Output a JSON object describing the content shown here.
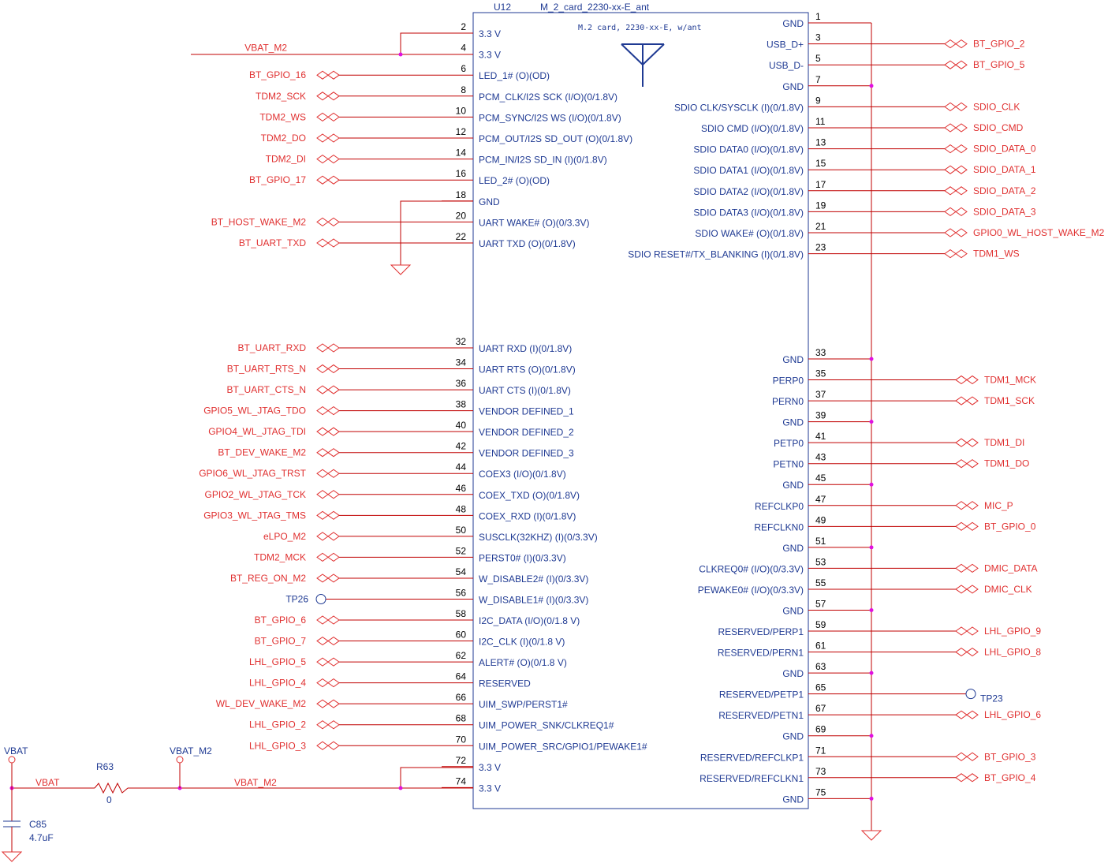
{
  "component": {
    "ref": "U12",
    "value": "M_2_card_2230-xx-E_ant",
    "description": "M.2 card, 2230-xx-E, w/ant"
  },
  "left_pins": [
    {
      "num": "2",
      "name": "3.3 V",
      "net": ""
    },
    {
      "num": "4",
      "name": "3.3 V",
      "net": "VBAT_M2"
    },
    {
      "num": "6",
      "name": "LED_1# (O)(OD)",
      "net": "BT_GPIO_16"
    },
    {
      "num": "8",
      "name": "PCM_CLK/I2S SCK (I/O)(0/1.8V)",
      "net": "TDM2_SCK"
    },
    {
      "num": "10",
      "name": "PCM_SYNC/I2S WS (I/O)(0/1.8V)",
      "net": "TDM2_WS"
    },
    {
      "num": "12",
      "name": "PCM_OUT/I2S SD_OUT (O)(0/1.8V)",
      "net": "TDM2_DO"
    },
    {
      "num": "14",
      "name": "PCM_IN/I2S SD_IN (I)(0/1.8V)",
      "net": "TDM2_DI"
    },
    {
      "num": "16",
      "name": "LED_2# (O)(OD)",
      "net": "BT_GPIO_17"
    },
    {
      "num": "18",
      "name": "GND",
      "net": ""
    },
    {
      "num": "20",
      "name": "UART WAKE# (O)(0/3.3V)",
      "net": "BT_HOST_WAKE_M2"
    },
    {
      "num": "22",
      "name": "UART TXD (O)(0/1.8V)",
      "net": "BT_UART_TXD"
    },
    {
      "num": "32",
      "name": "UART RXD (I)(0/1.8V)",
      "net": "BT_UART_RXD"
    },
    {
      "num": "34",
      "name": "UART RTS (O)(0/1.8V)",
      "net": "BT_UART_RTS_N"
    },
    {
      "num": "36",
      "name": "UART CTS (I)(0/1.8V)",
      "net": "BT_UART_CTS_N"
    },
    {
      "num": "38",
      "name": "VENDOR DEFINED_1",
      "net": "GPIO5_WL_JTAG_TDO"
    },
    {
      "num": "40",
      "name": "VENDOR DEFINED_2",
      "net": "GPIO4_WL_JTAG_TDI"
    },
    {
      "num": "42",
      "name": "VENDOR DEFINED_3",
      "net": "BT_DEV_WAKE_M2"
    },
    {
      "num": "44",
      "name": "COEX3 (I/O)(0/1.8V)",
      "net": "GPIO6_WL_JTAG_TRST"
    },
    {
      "num": "46",
      "name": "COEX_TXD (O)(0/1.8V)",
      "net": "GPIO2_WL_JTAG_TCK"
    },
    {
      "num": "48",
      "name": "COEX_RXD (I)(0/1.8V)",
      "net": "GPIO3_WL_JTAG_TMS"
    },
    {
      "num": "50",
      "name": "SUSCLK(32KHZ) (I)(0/3.3V)",
      "net": "eLPO_M2"
    },
    {
      "num": "52",
      "name": "PERST0# (I)(0/3.3V)",
      "net": "TDM2_MCK"
    },
    {
      "num": "54",
      "name": "W_DISABLE2# (I)(0/3.3V)",
      "net": "BT_REG_ON_M2"
    },
    {
      "num": "56",
      "name": "W_DISABLE1# (I)(0/3.3V)",
      "net": "TP26"
    },
    {
      "num": "58",
      "name": "I2C_DATA (I/O)(0/1.8 V)",
      "net": "BT_GPIO_6"
    },
    {
      "num": "60",
      "name": "I2C_CLK (I)(0/1.8 V)",
      "net": "BT_GPIO_7"
    },
    {
      "num": "62",
      "name": "ALERT# (O)(0/1.8 V)",
      "net": "LHL_GPIO_5"
    },
    {
      "num": "64",
      "name": "RESERVED",
      "net": "LHL_GPIO_4"
    },
    {
      "num": "66",
      "name": "UIM_SWP/PERST1#",
      "net": "WL_DEV_WAKE_M2"
    },
    {
      "num": "68",
      "name": "UIM_POWER_SNK/CLKREQ1#",
      "net": "LHL_GPIO_2"
    },
    {
      "num": "70",
      "name": "UIM_POWER_SRC/GPIO1/PEWAKE1#",
      "net": "LHL_GPIO_3"
    },
    {
      "num": "72",
      "name": "3.3 V",
      "net": ""
    },
    {
      "num": "74",
      "name": "3.3 V",
      "net": ""
    }
  ],
  "right_pins": [
    {
      "num": "1",
      "name": "GND",
      "net": ""
    },
    {
      "num": "3",
      "name": "USB_D+",
      "net": "BT_GPIO_2"
    },
    {
      "num": "5",
      "name": "USB_D-",
      "net": "BT_GPIO_5"
    },
    {
      "num": "7",
      "name": "GND",
      "net": ""
    },
    {
      "num": "9",
      "name": "SDIO CLK/SYSCLK (I)(0/1.8V)",
      "net": "SDIO_CLK"
    },
    {
      "num": "11",
      "name": "SDIO CMD (I/O)(0/1.8V)",
      "net": "SDIO_CMD"
    },
    {
      "num": "13",
      "name": "SDIO DATA0 (I/O)(0/1.8V)",
      "net": "SDIO_DATA_0"
    },
    {
      "num": "15",
      "name": "SDIO DATA1 (I/O)(0/1.8V)",
      "net": "SDIO_DATA_1"
    },
    {
      "num": "17",
      "name": "SDIO DATA2 (I/O)(0/1.8V)",
      "net": "SDIO_DATA_2"
    },
    {
      "num": "19",
      "name": "SDIO DATA3 (I/O)(0/1.8V)",
      "net": "SDIO_DATA_3"
    },
    {
      "num": "21",
      "name": "SDIO WAKE# (O)(0/1.8V)",
      "net": "GPIO0_WL_HOST_WAKE_M2"
    },
    {
      "num": "23",
      "name": "SDIO RESET#/TX_BLANKING (I)(0/1.8V)",
      "net": "TDM1_WS"
    },
    {
      "num": "33",
      "name": "GND",
      "net": ""
    },
    {
      "num": "35",
      "name": "PERP0",
      "net": "TDM1_MCK"
    },
    {
      "num": "37",
      "name": "PERN0",
      "net": "TDM1_SCK"
    },
    {
      "num": "39",
      "name": "GND",
      "net": ""
    },
    {
      "num": "41",
      "name": "PETP0",
      "net": "TDM1_DI"
    },
    {
      "num": "43",
      "name": "PETN0",
      "net": "TDM1_DO"
    },
    {
      "num": "45",
      "name": "GND",
      "net": ""
    },
    {
      "num": "47",
      "name": "REFCLKP0",
      "net": "MIC_P"
    },
    {
      "num": "49",
      "name": "REFCLKN0",
      "net": "BT_GPIO_0"
    },
    {
      "num": "51",
      "name": "GND",
      "net": ""
    },
    {
      "num": "53",
      "name": "CLKREQ0# (I/O)(0/3.3V)",
      "net": "DMIC_DATA"
    },
    {
      "num": "55",
      "name": "PEWAKE0# (I/O)(0/3.3V)",
      "net": "DMIC_CLK"
    },
    {
      "num": "57",
      "name": "GND",
      "net": ""
    },
    {
      "num": "59",
      "name": "RESERVED/PERP1",
      "net": "LHL_GPIO_9"
    },
    {
      "num": "61",
      "name": "RESERVED/PERN1",
      "net": "LHL_GPIO_8"
    },
    {
      "num": "63",
      "name": "GND",
      "net": ""
    },
    {
      "num": "65",
      "name": "RESERVED/PETP1",
      "net": "TP23"
    },
    {
      "num": "67",
      "name": "RESERVED/PETN1",
      "net": "LHL_GPIO_6"
    },
    {
      "num": "69",
      "name": "GND",
      "net": ""
    },
    {
      "num": "71",
      "name": "RESERVED/REFCLKP1",
      "net": "BT_GPIO_3"
    },
    {
      "num": "73",
      "name": "RESERVED/REFCLKN1",
      "net": "BT_GPIO_4"
    },
    {
      "num": "75",
      "name": "GND",
      "net": ""
    }
  ],
  "power": {
    "vbat_label": "VBAT",
    "vbat_wire_label": "VBAT",
    "vbat_m2_label": "VBAT_M2",
    "vbat_m2_wire_label": "VBAT_M2",
    "resistor_ref": "R63",
    "resistor_value": "0",
    "cap_ref": "C85",
    "cap_value": "4.7uF"
  }
}
